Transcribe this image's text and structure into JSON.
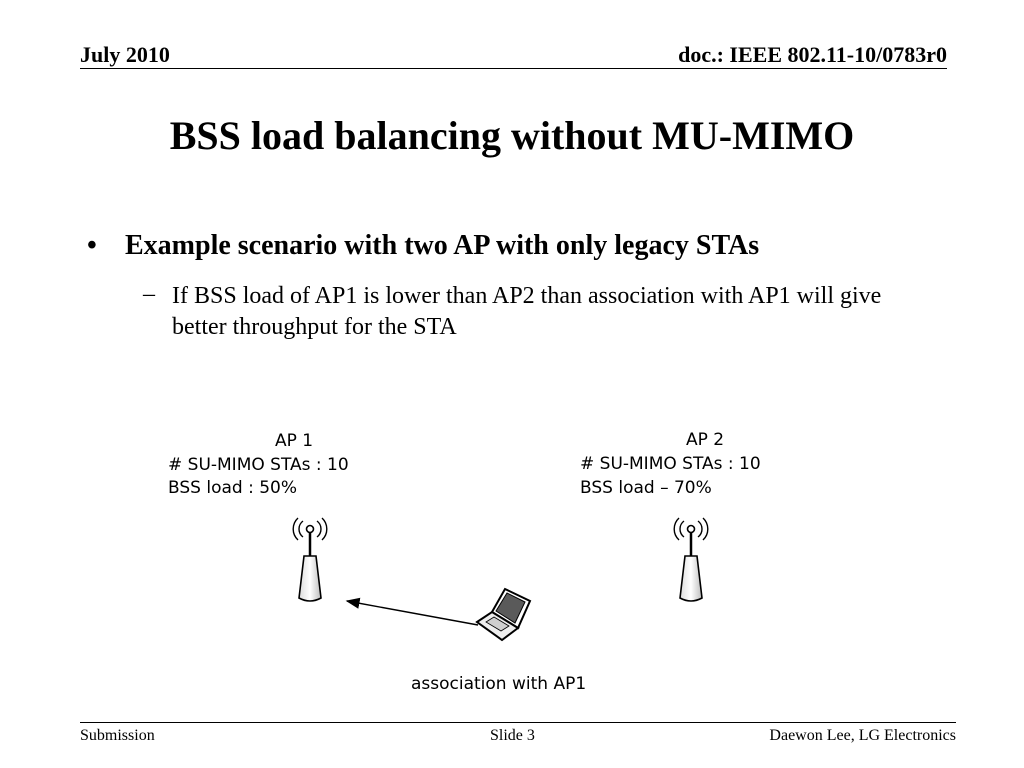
{
  "header": {
    "date": "July 2010",
    "doc": "doc.: IEEE 802.11-10/0783r0"
  },
  "title": "BSS load balancing without MU-MIMO",
  "bullets": [
    {
      "text": "Example scenario with two AP with only legacy STAs",
      "sub": [
        "If BSS load of AP1 is lower than AP2 than association with AP1 will give better throughput for the STA"
      ]
    }
  ],
  "bullet_marker": "•",
  "sub_marker": "–",
  "diagram": {
    "ap1": {
      "name": "AP 1",
      "stas": "# SU-MIMO STAs : 10",
      "load": "BSS load : 50%"
    },
    "ap2": {
      "name": "AP 2",
      "stas": "# SU-MIMO STAs : 10",
      "load": "BSS load – 70%"
    },
    "caption": "association with AP1",
    "icons": [
      "antenna-icon",
      "laptop-icon"
    ]
  },
  "footer": {
    "left": "Submission",
    "center": "Slide 3",
    "right": "Daewon Lee, LG Electronics"
  },
  "colors": {
    "text": "#000000",
    "background": "#ffffff"
  }
}
